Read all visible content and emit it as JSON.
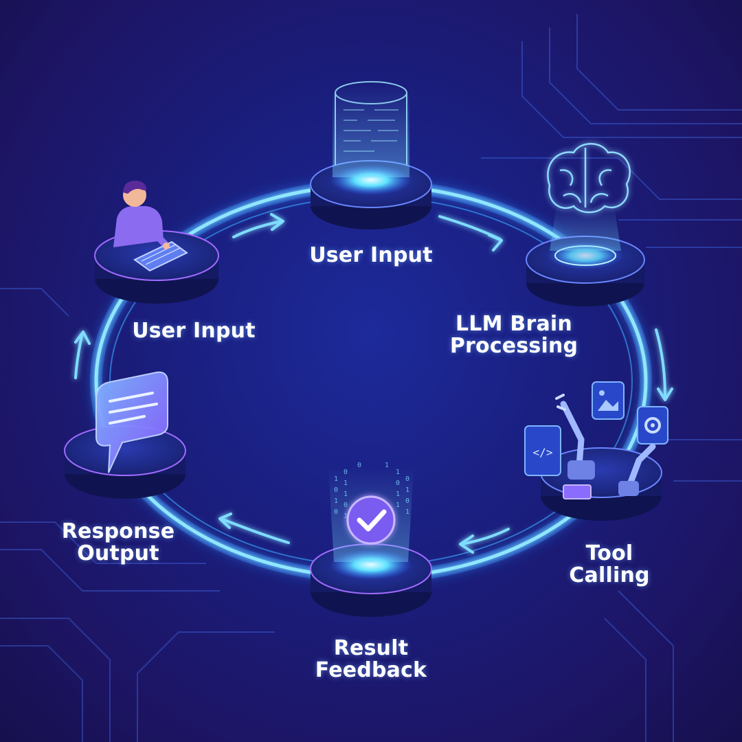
{
  "colors": {
    "ring": "#5fd4ff",
    "ring_glow": "#2f8dff",
    "platform_top": "#1b2a8e",
    "platform_side": "#12175a",
    "accent_purple": "#a86bff",
    "accent_cyan": "#3fe0ff"
  },
  "diagram": {
    "nodes": [
      {
        "id": "user-input-top",
        "icon": "data-cylinder-icon",
        "lines": [
          "User Input"
        ]
      },
      {
        "id": "llm-brain",
        "icon": "brain-icon",
        "lines": [
          "LLM Brain",
          "Processing"
        ]
      },
      {
        "id": "tool-calling",
        "icon": "robot-arm-tools-icon",
        "lines": [
          "Tool",
          "Calling"
        ]
      },
      {
        "id": "result-feedback",
        "icon": "checkmark-icon",
        "lines": [
          "Result",
          "Feedback"
        ]
      },
      {
        "id": "response-output",
        "icon": "chat-bubble-icon",
        "lines": [
          "Response",
          "Output"
        ]
      },
      {
        "id": "user-input-left",
        "icon": "person-keyboard-icon",
        "lines": [
          "User Input"
        ]
      }
    ],
    "edges": [
      {
        "from": "user-input-left",
        "to": "user-input-top"
      },
      {
        "from": "user-input-top",
        "to": "llm-brain"
      },
      {
        "from": "llm-brain",
        "to": "tool-calling"
      },
      {
        "from": "tool-calling",
        "to": "result-feedback"
      },
      {
        "from": "result-feedback",
        "to": "response-output"
      },
      {
        "from": "response-output",
        "to": "user-input-left"
      }
    ]
  }
}
